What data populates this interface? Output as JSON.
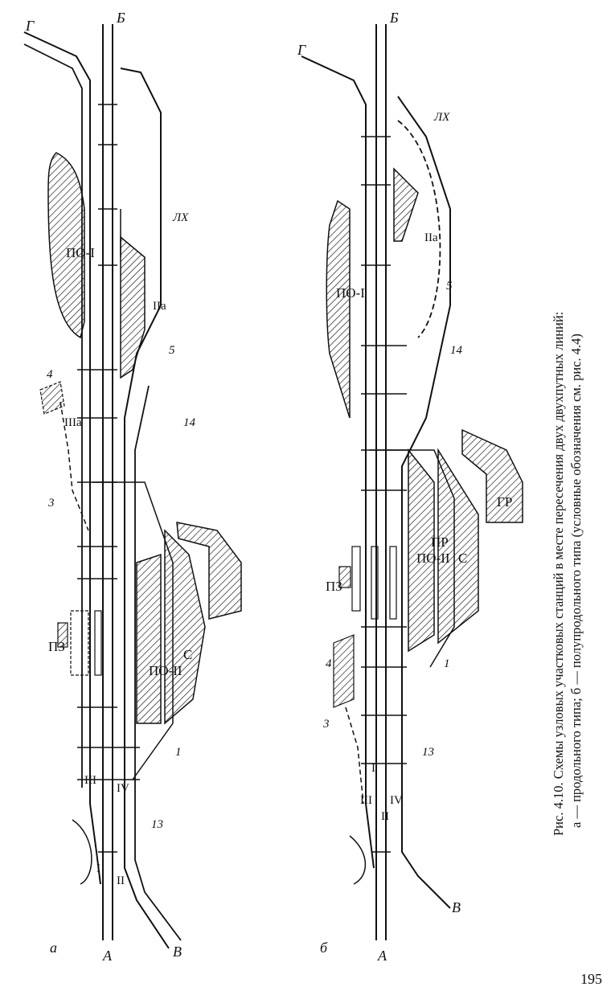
{
  "page_number": "195",
  "caption": {
    "line1": "Рис. 4.10. Схемы узловых участковых станций в месте пересечения двух двухпутных линий:",
    "line2": "а — продольного типа; б — полупродольного типа (условные обозначения см. рис. 4.4)"
  },
  "diagram_a": {
    "panel_label": "а",
    "directions": {
      "a": "А",
      "b": "Б",
      "v": "В",
      "g": "Г"
    },
    "zones": {
      "po1": "ПО-I",
      "po2": "ПО-II",
      "s": "С",
      "pz": "ПЗ"
    },
    "tracks": {
      "i": "I",
      "ii": "II",
      "iii": "III",
      "iv": "IV",
      "iia": "IIа",
      "iiia": "IIIа",
      "lh": "ЛХ"
    },
    "numbers": {
      "n1": "1",
      "n3": "3",
      "n4": "4",
      "n5": "5",
      "n13": "13",
      "n14": "14"
    }
  },
  "diagram_b": {
    "panel_label": "б",
    "directions": {
      "a": "А",
      "b": "Б",
      "v": "В",
      "g": "Г"
    },
    "zones": {
      "po1": "ПО-I",
      "po2": "ПО-II",
      "pr": "ПР",
      "s": "С",
      "gr": "ГР",
      "pz": "ПЗ"
    },
    "tracks": {
      "i": "I",
      "ii": "II",
      "iii": "III",
      "iv": "IV",
      "iia": "IIа",
      "lh": "ЛХ"
    },
    "numbers": {
      "n1": "1",
      "n3": "3",
      "n4": "4",
      "n5": "5",
      "n13": "13",
      "n14": "14"
    }
  }
}
